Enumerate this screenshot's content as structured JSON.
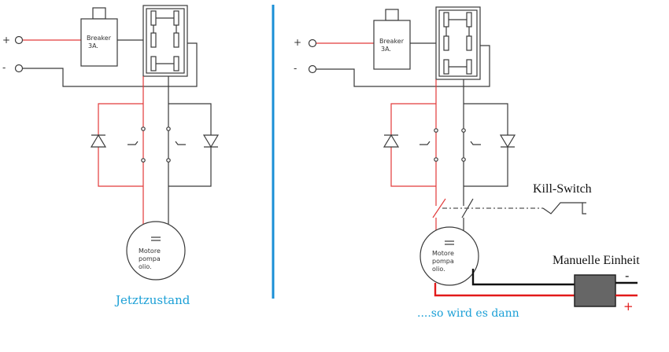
{
  "left": {
    "plus_sign": "+",
    "minus_sign": "-",
    "breaker_label_1": "Breaker",
    "breaker_label_2": "3A.",
    "motor_label_1": "Motore",
    "motor_label_2": "pompa",
    "motor_label_3": "olio.",
    "caption": "Jetztzustand"
  },
  "right": {
    "plus_sign": "+",
    "minus_sign": "-",
    "breaker_label_1": "Breaker",
    "breaker_label_2": "3A.",
    "motor_label_1": "Motore",
    "motor_label_2": "pompa",
    "motor_label_3": "olio.",
    "kill_switch_label": "Kill-Switch",
    "manual_unit_label": "Manuelle Einheit",
    "manual_unit_minus": "-",
    "manual_unit_plus": "+",
    "caption": "....so wird es dann"
  },
  "colors": {
    "wire_black": "#3a3a3a",
    "wire_red": "#e23a3a",
    "divider": "#1a8fd6",
    "caption": "#1a9fd6",
    "manual_unit_fill": "#666666"
  }
}
